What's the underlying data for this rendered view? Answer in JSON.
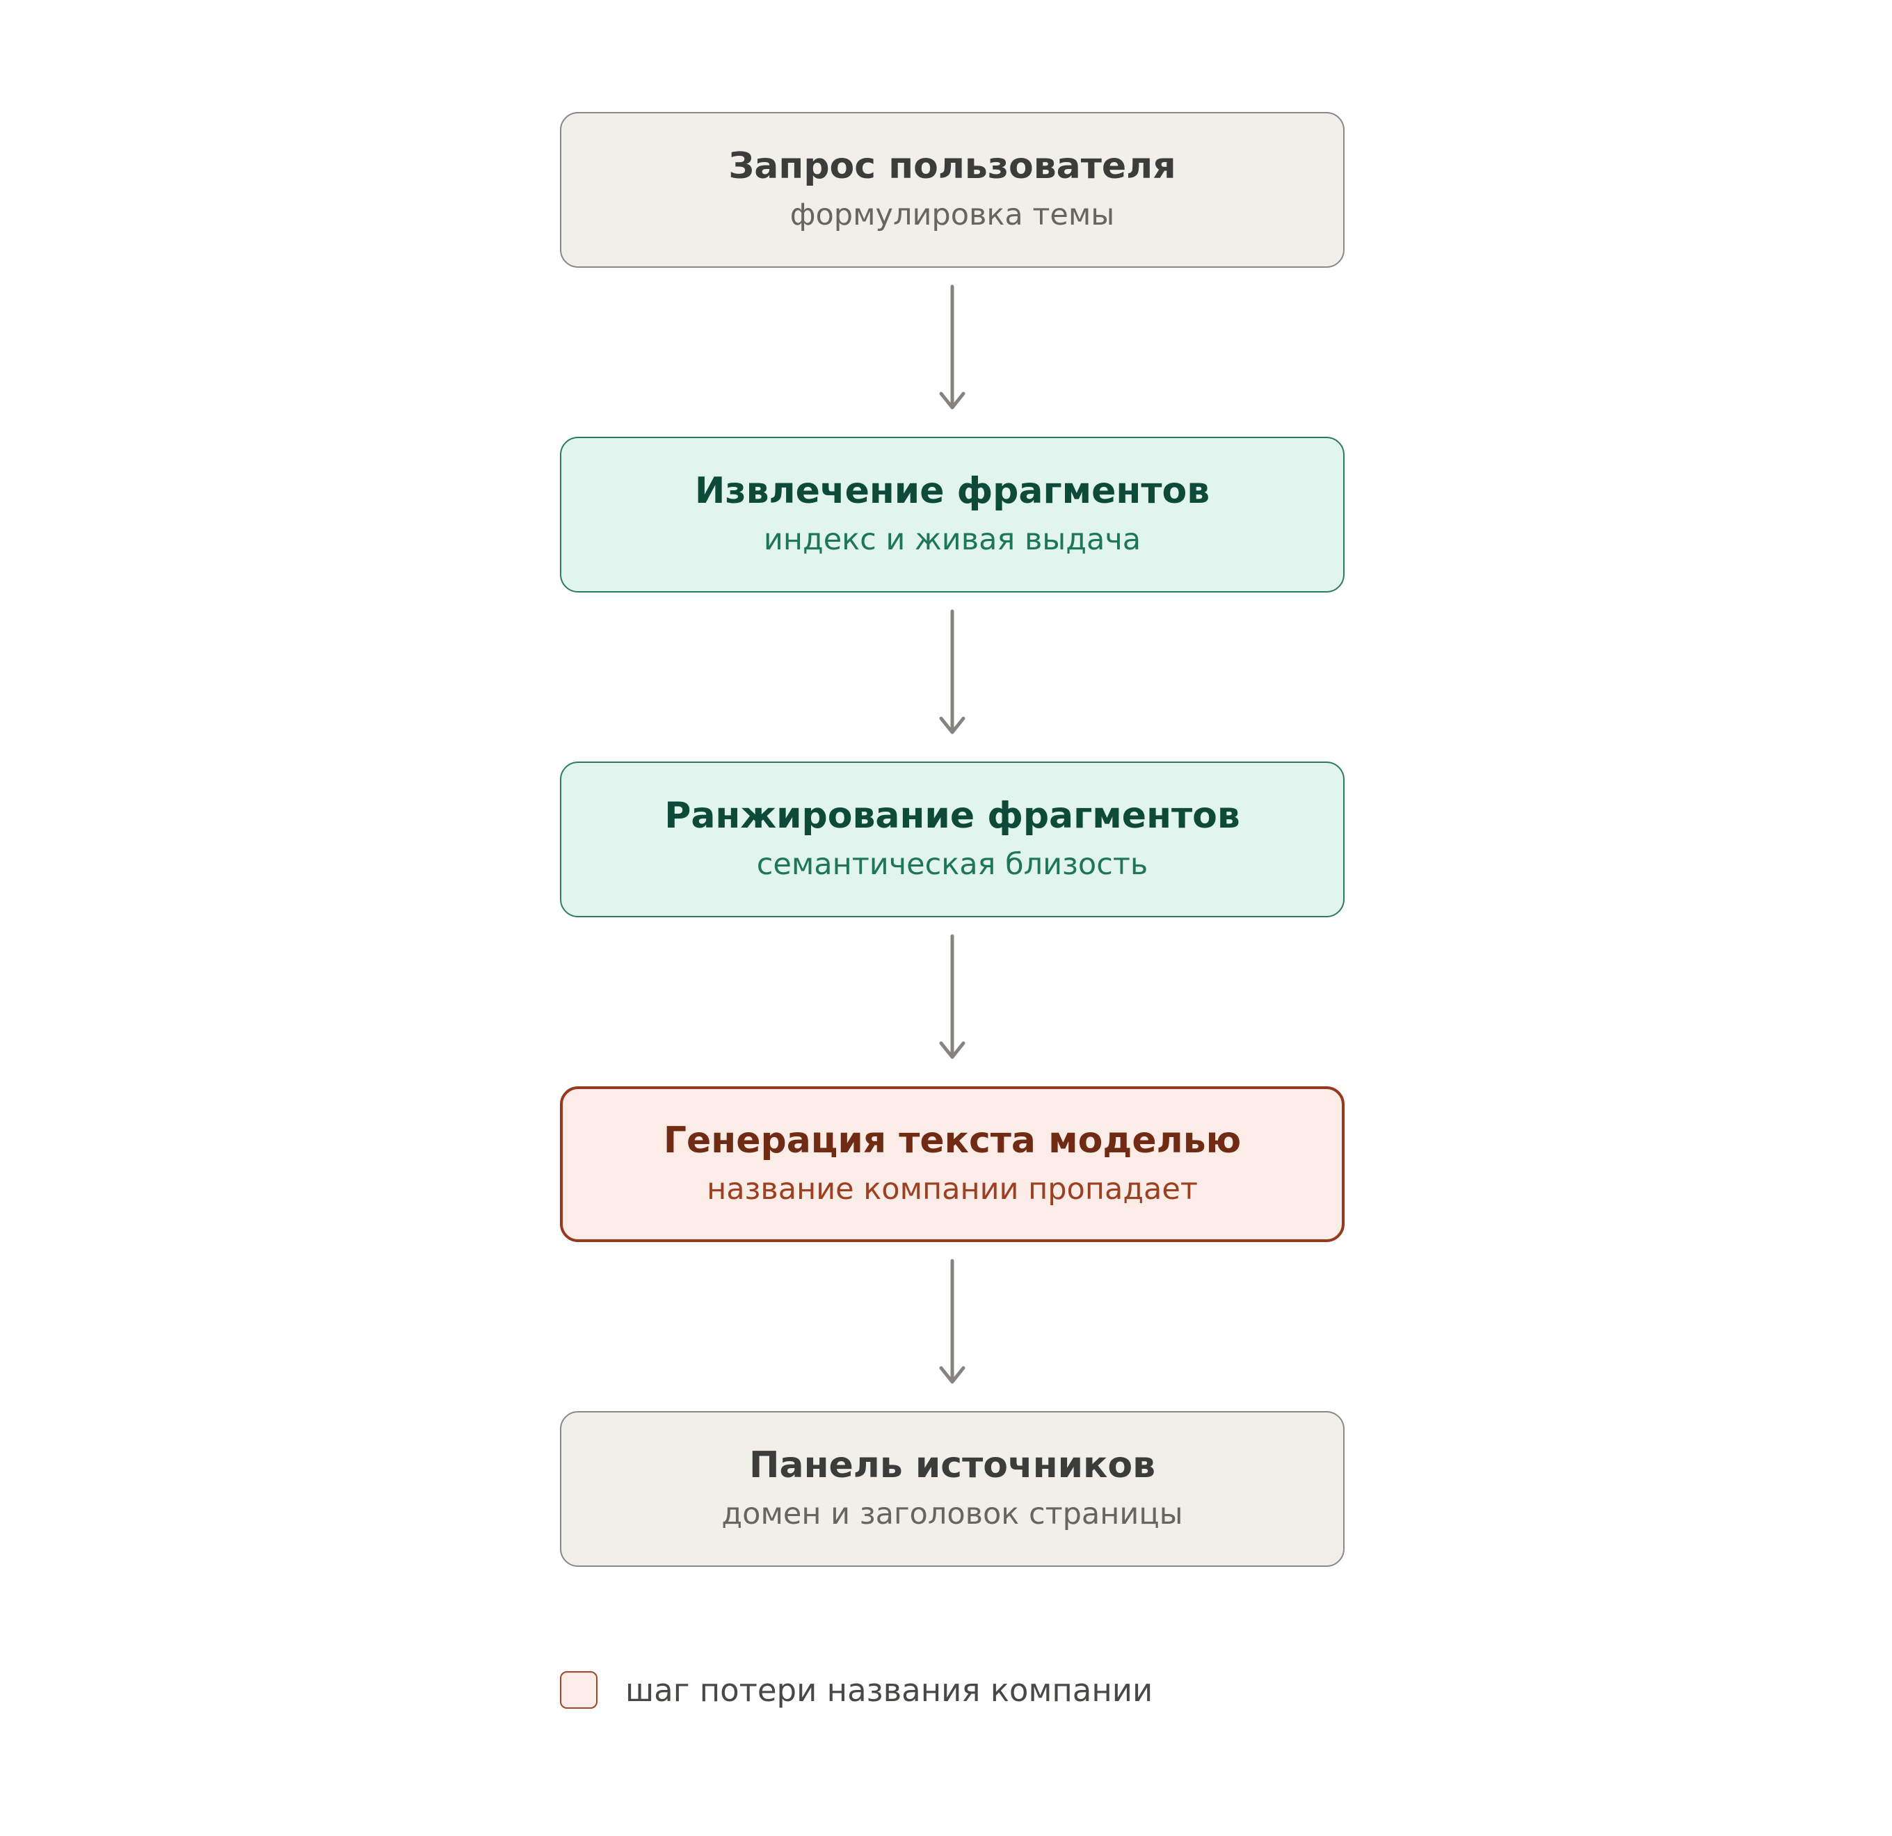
{
  "diagram": {
    "type": "flowchart",
    "direction": "top-to-bottom",
    "nodes": [
      {
        "title": "Запрос пользователя",
        "subtitle": "формулировка темы",
        "style": "neutral"
      },
      {
        "title": "Извлечение фрагментов",
        "subtitle": "индекс и живая выдача",
        "style": "green"
      },
      {
        "title": "Ранжирование фрагментов",
        "subtitle": "семантическая близость",
        "style": "green"
      },
      {
        "title": "Генерация текста моделью",
        "subtitle": "название компании пропадает",
        "style": "red"
      },
      {
        "title": "Панель источников",
        "subtitle": "домен и заголовок страницы",
        "style": "neutral"
      }
    ],
    "edges": [
      {
        "from": 0,
        "to": 1
      },
      {
        "from": 1,
        "to": 2
      },
      {
        "from": 2,
        "to": 3
      },
      {
        "from": 3,
        "to": 4
      }
    ],
    "legend": {
      "label": "шаг потери названия компании",
      "swatch_style": "red"
    },
    "colors": {
      "neutral_fill": "#f1efe9",
      "neutral_border": "#8a8884",
      "green_fill": "#e1f4ed",
      "green_border": "#2e7b5e",
      "green_title": "#0d4a37",
      "red_fill": "#fbece8",
      "red_border": "#953a20",
      "red_title": "#702b14",
      "arrow": "#85847f"
    }
  }
}
